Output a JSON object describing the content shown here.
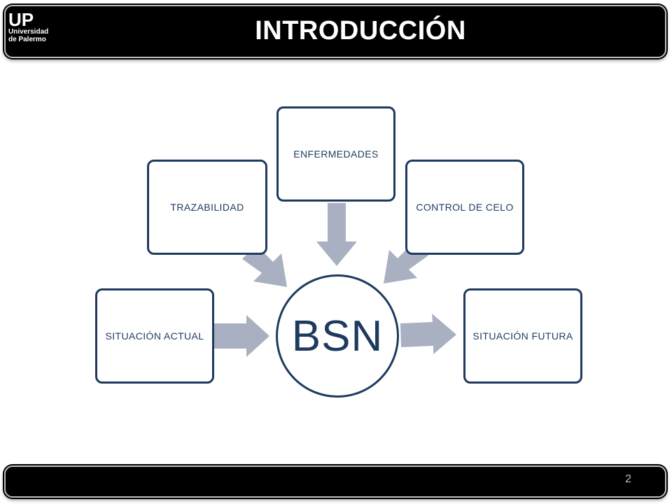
{
  "header": {
    "logo_mark": "UP",
    "logo_line1": "Universidad",
    "logo_line2": "de Palermo",
    "title": "INTRODUCCIÓN"
  },
  "diagram": {
    "hub": "BSN",
    "nodes": {
      "situacion_actual": "SITUACIÓN ACTUAL",
      "trazabilidad": "TRAZABILIDAD",
      "enfermedades": "ENFERMEDADES",
      "control_celo": "CONTROL DE CELO",
      "situacion_futura": "SITUACIÓN FUTURA"
    }
  },
  "footer": {
    "page_number": "2"
  },
  "colors": {
    "node_border": "#1f3a5f",
    "text": "#1f3a5f",
    "arrow": "#a9b0c2",
    "bar": "#000000"
  }
}
